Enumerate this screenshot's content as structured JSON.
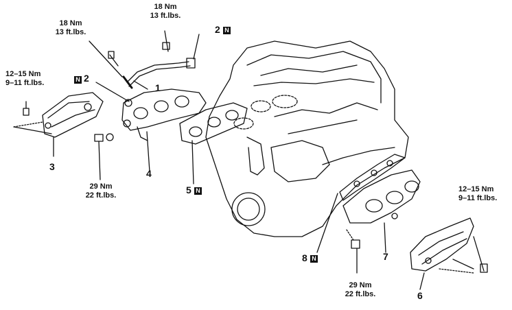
{
  "callouts": {
    "torque_top_left": {
      "nm": "18 Nm",
      "ftlbs": "13 ft.lbs."
    },
    "torque_top_center": {
      "nm": "18 Nm",
      "ftlbs": "13 ft.lbs."
    },
    "torque_left": {
      "nm": "12–15 Nm",
      "ftlbs": "9–11 ft.lbs."
    },
    "torque_bottom_left": {
      "nm": "29 Nm",
      "ftlbs": "22 ft.lbs."
    },
    "torque_bottom_right": {
      "nm": "29 Nm",
      "ftlbs": "22 ft.lbs."
    },
    "torque_right": {
      "nm": "12–15 Nm",
      "ftlbs": "9–11 ft.lbs."
    }
  },
  "parts": {
    "p1": "1",
    "p2_top": "2",
    "p2_left": "2",
    "p3": "3",
    "p4": "4",
    "p5": "5",
    "p6": "6",
    "p7": "7",
    "p8": "8",
    "new_marker": "N"
  },
  "colors": {
    "ink": "#111111",
    "paper": "#ffffff"
  }
}
